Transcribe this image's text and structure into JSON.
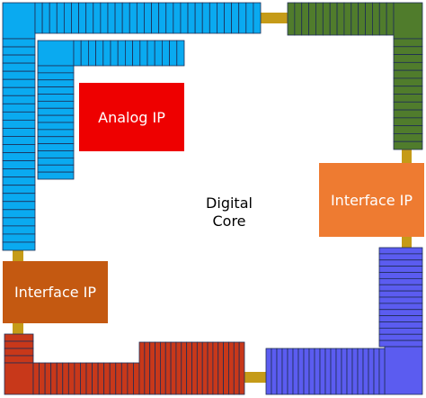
{
  "diagram": {
    "analog_ip": "Analog IP",
    "interface_ip_right": "Interface IP",
    "interface_ip_left": "Interface IP",
    "digital_core_line1": "Digital",
    "digital_core_line2": "Core"
  },
  "colors": {
    "blue": "#0aaaf0",
    "green": "#507c2c",
    "purple": "#5b5cf0",
    "red_orange": "#c8381a",
    "connector": "#c59b18",
    "analog": "#ee0000",
    "interface_right": "#ee7b31",
    "interface_left": "#c45911",
    "outline": "#1f2d55"
  }
}
